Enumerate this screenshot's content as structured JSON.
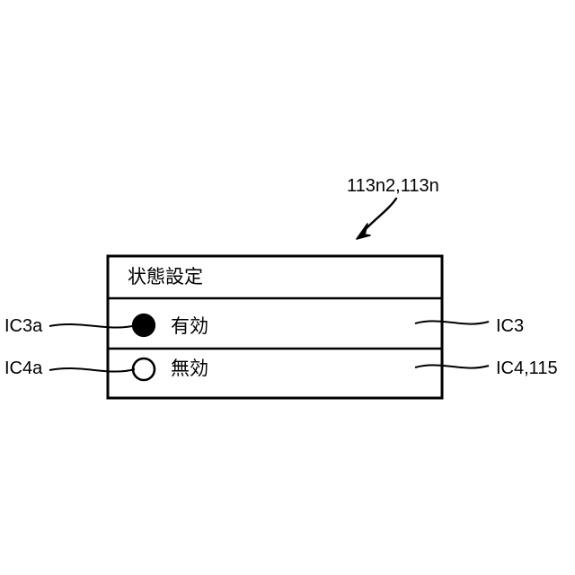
{
  "figure": {
    "background_color": "#ffffff",
    "line_color": "#000000",
    "reference_top": "113n2,113n"
  },
  "panel": {
    "header": "状態設定",
    "border_color": "#000000",
    "fill_color": "#ffffff",
    "options": [
      {
        "label": "有効",
        "radio_state": "selected",
        "radio_fill": "#000000",
        "left_reference": "IC3a",
        "right_reference": "IC3"
      },
      {
        "label": "無効",
        "radio_state": "unselected",
        "radio_fill": "#ffffff",
        "left_reference": "IC4a",
        "right_reference": "IC4,115"
      }
    ]
  },
  "annotations": {
    "left": [
      "IC3a",
      "IC4a"
    ],
    "right": [
      "IC3",
      "IC4,115"
    ],
    "top": "113n2,113n"
  },
  "icons": {
    "radio_selected": "radio-filled-icon",
    "radio_unselected": "radio-empty-icon",
    "pointer": "curved-arrow-icon"
  }
}
